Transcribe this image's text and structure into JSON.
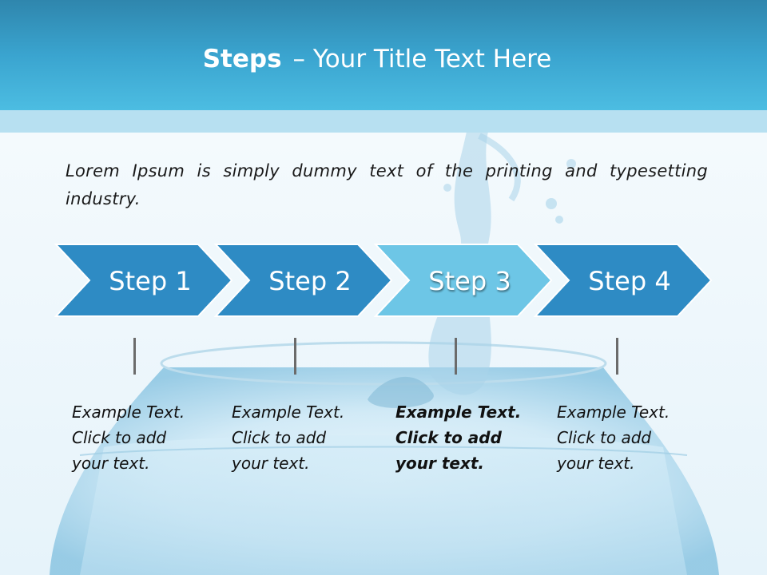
{
  "title": {
    "bold": "Steps",
    "rest": "– Your Title Text Here"
  },
  "lead": "Lorem Ipsum is simply dummy text of the printing and typesetting industry.",
  "steps": [
    {
      "label": "Step 1",
      "active": false
    },
    {
      "label": "Step 2",
      "active": false
    },
    {
      "label": "Step 3",
      "active": true
    },
    {
      "label": "Step 4",
      "active": false
    }
  ],
  "examples": [
    {
      "line1": "Example Text.",
      "line2": "Click  to add",
      "line3": "your text."
    },
    {
      "line1": "Example Text.",
      "line2": "Click  to add",
      "line3": "your text."
    },
    {
      "line1": "Example Text.",
      "line2": "Click  to add",
      "line3": "your text."
    },
    {
      "line1": "Example Text.",
      "line2": "Click  to add",
      "line3": "your text."
    }
  ],
  "colors": {
    "header_top": "#2f86ad",
    "header_bottom": "#4cbde2",
    "chevron": "#2e8bc4",
    "chevron_active": "#6dc6e6",
    "chevron_stroke": "#ffffff"
  }
}
